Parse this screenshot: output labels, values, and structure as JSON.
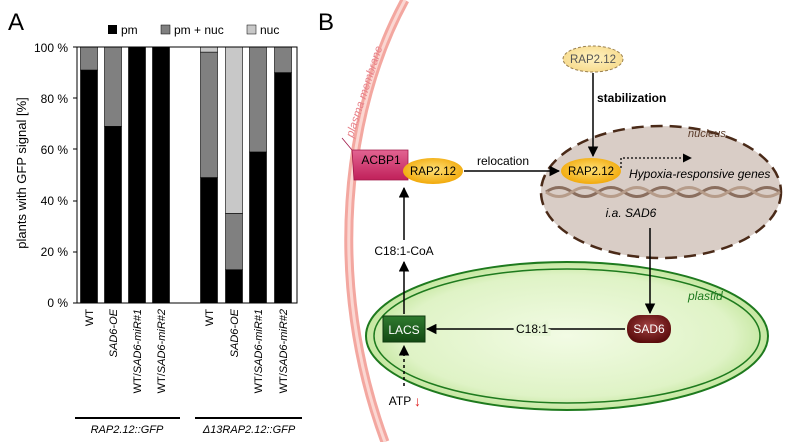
{
  "panel_a": {
    "letter": "A",
    "ylabel": "plants with GFP signal [%]",
    "yticks": [
      "0 %",
      "20 %",
      "40 %",
      "60 %",
      "80 %",
      "100 %"
    ],
    "legend": [
      {
        "label": "pm",
        "color": "#000000"
      },
      {
        "label": "pm + nuc",
        "color": "#808080"
      },
      {
        "label": "nuc",
        "color": "#c8c8c8"
      }
    ],
    "group_labels": [
      "RAP2.12::GFP",
      "Δ13RAP2.12::GFP"
    ]
  },
  "chart_data": {
    "type": "bar",
    "stacked": true,
    "ylim": [
      0,
      100
    ],
    "ylabel": "plants with GFP signal [%]",
    "categories": [
      "WT",
      "SAD6-OE",
      "WT/SAD6-miR#1",
      "WT/SAD6-miR#2",
      "WT",
      "SAD6-OE",
      "WT/SAD6-miR#1",
      "WT/SAD6-miR#2"
    ],
    "groups": [
      {
        "name": "RAP2.12::GFP",
        "categories": [
          0,
          1,
          2,
          3
        ]
      },
      {
        "name": "Δ13RAP2.12::GFP",
        "categories": [
          4,
          5,
          6,
          7
        ]
      }
    ],
    "series": [
      {
        "name": "pm",
        "color": "#000000",
        "values": [
          91,
          69,
          100,
          100,
          49,
          13,
          59,
          90
        ]
      },
      {
        "name": "pm + nuc",
        "color": "#808080",
        "values": [
          9,
          31,
          0,
          0,
          49,
          22,
          41,
          10
        ]
      },
      {
        "name": "nuc",
        "color": "#c8c8c8",
        "values": [
          0,
          0,
          0,
          0,
          2,
          65,
          0,
          0
        ]
      }
    ],
    "legend_position": "top"
  },
  "panel_b": {
    "letter": "B",
    "membrane_label": "plasma membrane",
    "nucleus_label": "nucleus",
    "plastid_label": "plastid",
    "acbp1": "ACBP1",
    "rap_free": "RAP2.12",
    "rap_bound": "RAP2.12",
    "rap_nuclear": "RAP2.12",
    "stabilization": "stabilization",
    "relocation": "relocation",
    "hypoxia_genes": "Hypoxia-responsive genes",
    "ia_sad6": "i.a. SAD6",
    "c181coa": "C18:1-CoA",
    "c181": "C18:1",
    "lacs": "LACS",
    "sad6": "SAD6",
    "atp": "ATP",
    "atp_arrow": "↓"
  }
}
